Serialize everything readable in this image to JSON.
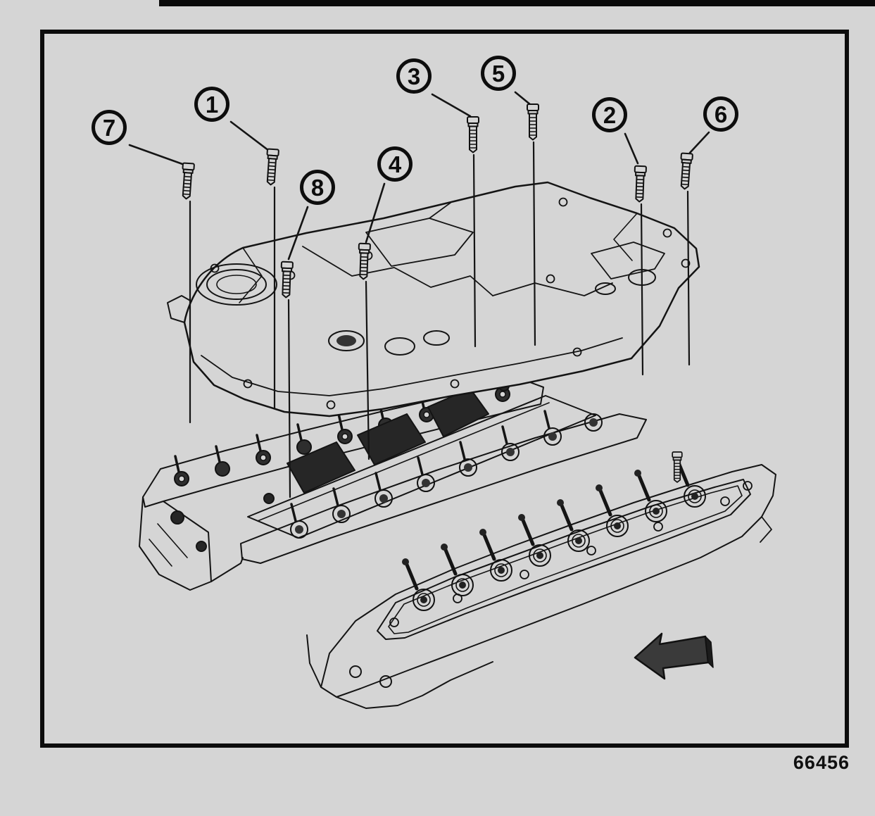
{
  "colors": {
    "paper": "#d5d5d5",
    "ink": "#101010"
  },
  "figure": {
    "number": "66456",
    "description": "Intake manifold bolt tightening sequence diagram",
    "callouts": [
      {
        "id": "7",
        "label": "7"
      },
      {
        "id": "1",
        "label": "1"
      },
      {
        "id": "8",
        "label": "8"
      },
      {
        "id": "4",
        "label": "4"
      },
      {
        "id": "3",
        "label": "3"
      },
      {
        "id": "5",
        "label": "5"
      },
      {
        "id": "2",
        "label": "2"
      },
      {
        "id": "6",
        "label": "6"
      }
    ]
  }
}
